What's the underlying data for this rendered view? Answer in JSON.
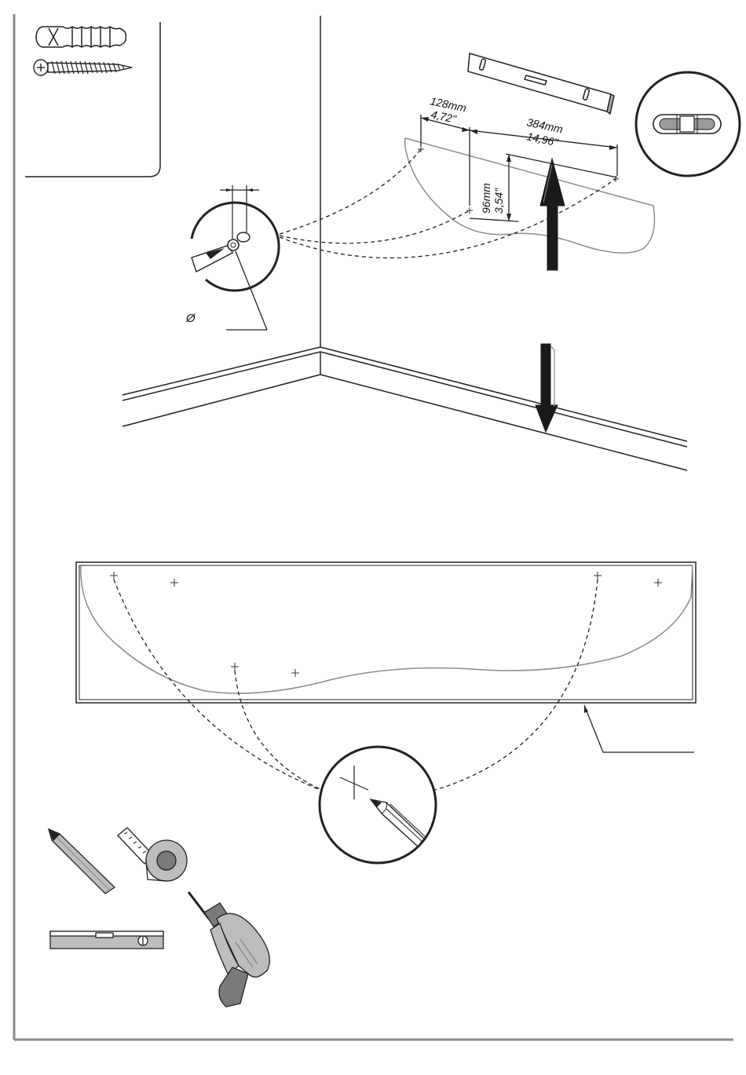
{
  "dimensions": {
    "d1_mm": "128mm",
    "d1_in": "4,72\"",
    "d2_mm": "384mm",
    "d2_in": "14,96\"",
    "d3_mm": "96mm",
    "d3_in": "3,54\""
  },
  "drill_symbol": "Ø",
  "icons": [
    "wall-plug-icon",
    "screw-icon",
    "spirit-level-icon",
    "bubble-detail-icon",
    "screwdriver-detail-icon",
    "pencil-detail-icon",
    "pencil-icon",
    "tape-measure-icon",
    "drill-icon"
  ],
  "colors": {
    "line": "#222222",
    "shelf_outline": "#8c8c8c",
    "arrow": "#1a1a1a",
    "tool_grey": "#9a9a9a"
  }
}
